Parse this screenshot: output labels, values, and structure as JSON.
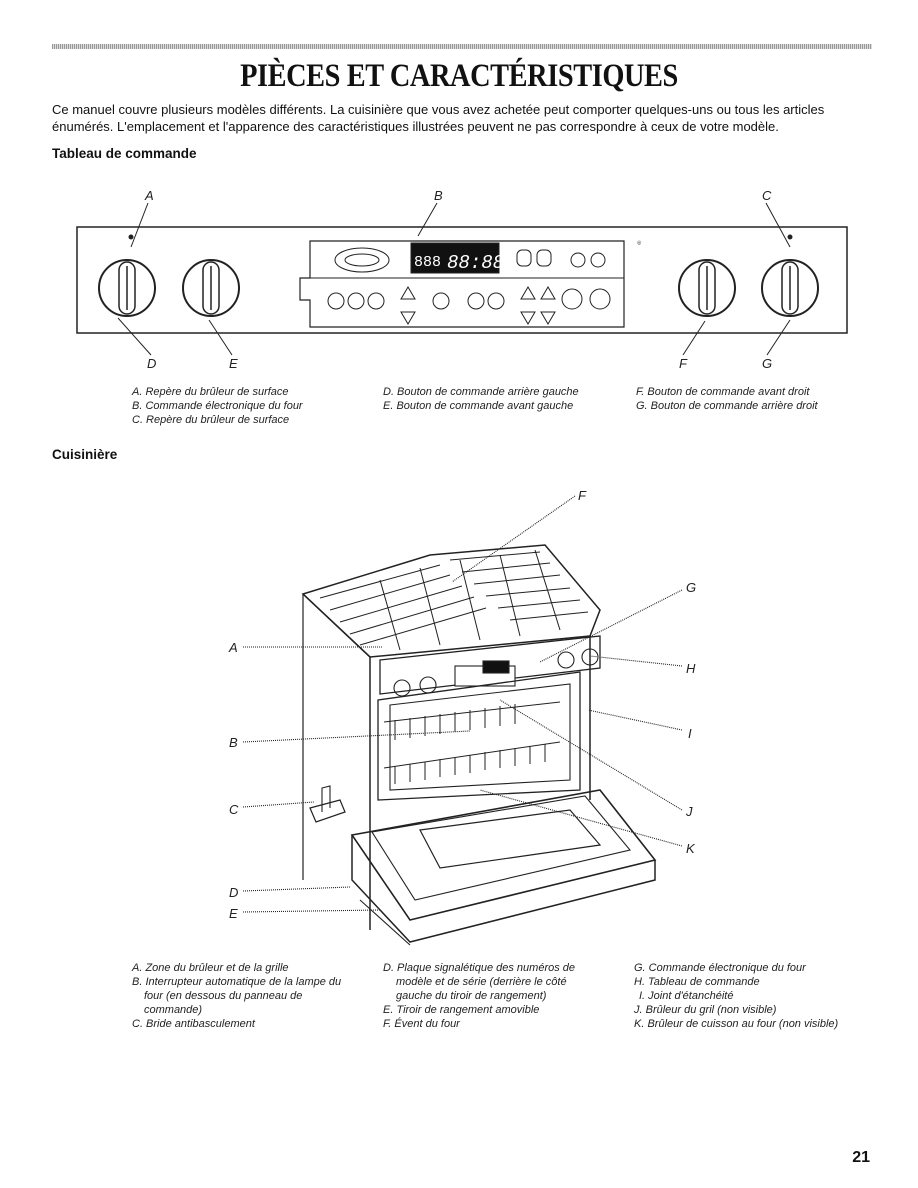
{
  "page": {
    "title": "PIÈCES ET CARACTÉRISTIQUES",
    "intro": "Ce manuel couvre plusieurs modèles différents. La cuisinière que vous avez achetée peut comporter quelques-uns ou tous les articles énumérés. L'emplacement et l'apparence des caractéristiques illustrées peuvent ne pas correspondre à ceux de votre modèle.",
    "page_number": "21"
  },
  "control_panel": {
    "heading": "Tableau de commande",
    "callouts": [
      "A",
      "B",
      "C",
      "D",
      "E",
      "F",
      "G"
    ],
    "display": {
      "left": "888",
      "right": "88:88"
    },
    "captions_col1": [
      "A. Repère du brûleur de surface",
      "B. Commande électronique du four",
      "C. Repère du brûleur de surface"
    ],
    "captions_col2": [
      "D. Bouton de commande arrière gauche",
      "E. Bouton de commande avant gauche"
    ],
    "captions_col3": [
      "F. Bouton de commande avant droit",
      "G. Bouton de commande arrière droit"
    ]
  },
  "range": {
    "heading": "Cuisinière",
    "callouts": [
      "F",
      "G",
      "A",
      "H",
      "I",
      "B",
      "J",
      "C",
      "K",
      "D",
      "E"
    ],
    "captions_col1": [
      "A. Zone du brûleur et de la grille",
      "B. Interrupteur automatique de la lampe du",
      "four (en dessous du panneau de",
      "commande)",
      "C. Bride antibasculement"
    ],
    "captions_col2": [
      "D. Plaque signalétique des numéros de",
      "modèle et de série (derrière le côté",
      "gauche du tiroir de rangement)",
      "E. Tiroir de rangement amovible",
      "F. Évent du four"
    ],
    "captions_col3": [
      "G. Commande électronique du four",
      "H. Tableau de commande",
      "I. Joint d'étanchéité",
      "J. Brûleur du gril (non visible)",
      "K. Brûleur de cuisson au four (non visible)"
    ]
  }
}
